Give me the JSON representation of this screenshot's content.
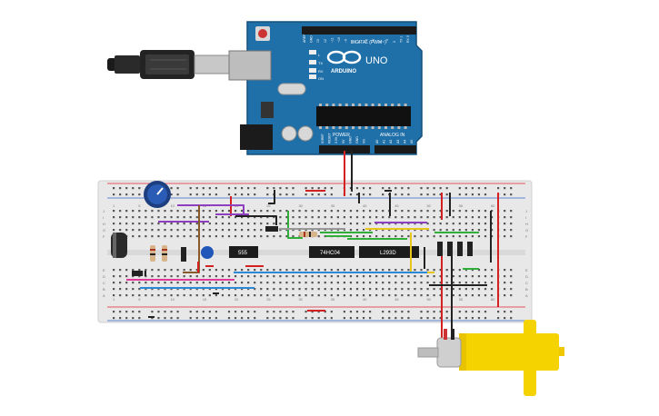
{
  "arduino": {
    "logo_text": "ARDUINO",
    "model": "UNO",
    "header_digital": "DIGITAL (PWM~)",
    "header_power": "POWER",
    "header_analog": "ANALOG IN",
    "pin_tx": "TX",
    "pin_rx": "RX",
    "pin_l": "L",
    "pin_on": "ON",
    "digital_pins": [
      "AREF",
      "GND",
      "13",
      "12",
      "~11",
      "~10",
      "~9",
      "8",
      "7",
      "~6",
      "~5",
      "4",
      "~3",
      "2",
      "TX 1",
      "RX 0"
    ],
    "power_pins": [
      "IOREF",
      "RESET",
      "3.3V",
      "5V",
      "GND",
      "GND",
      "Vin"
    ],
    "analog_pins": [
      "A0",
      "A1",
      "A2",
      "A3",
      "A4",
      "A5"
    ]
  },
  "breadboard": {
    "row_labels_top": [
      "J",
      "I",
      "H",
      "G",
      "F"
    ],
    "row_labels_bottom": [
      "E",
      "D",
      "C",
      "B",
      "A"
    ],
    "column_numbers": [
      "1",
      "5",
      "10",
      "15",
      "20",
      "25",
      "30",
      "35",
      "40",
      "45",
      "50",
      "55",
      "60"
    ]
  },
  "chips": {
    "timer": "555",
    "inverter": "74HC04",
    "driver": "L293D"
  },
  "colors": {
    "arduino_blue": "#1f6fa8",
    "breadboard": "#e8e8e8",
    "motor_yellow": "#f5d300",
    "wire_red": "#d42020",
    "wire_black": "#222222",
    "wire_purple": "#8e3fbf",
    "wire_green": "#2fae3a",
    "wire_yellow": "#e6c619",
    "wire_blue": "#2a8ad8",
    "wire_pink": "#e0389a",
    "wire_brown": "#8a5a2b",
    "wire_gray": "#999999"
  },
  "icons": {
    "usb": "usb-cable-icon",
    "pot": "potentiometer-icon",
    "cap": "capacitor-icon",
    "motor": "dc-motor-icon"
  }
}
